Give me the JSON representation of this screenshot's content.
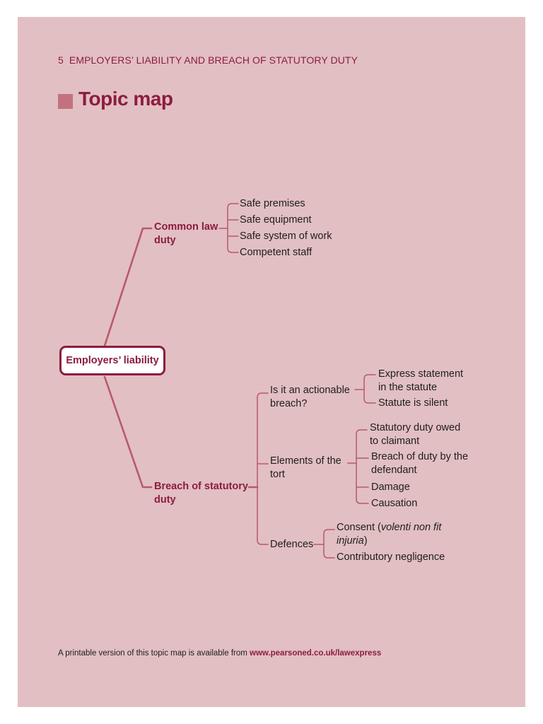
{
  "header": {
    "chapter_number": "5",
    "chapter_title": "EMPLOYERS’ LIABILITY AND BREACH OF STATUTORY DUTY",
    "page_title": "Topic map"
  },
  "topic_map": {
    "root": "Employers’ liability",
    "common_law": {
      "line1": "Common law",
      "line2": "duty",
      "items": [
        "Safe premises",
        "Safe equipment",
        "Safe system of work",
        "Competent staff"
      ]
    },
    "statutory": {
      "line1": "Breach of statutory",
      "line2": "duty",
      "actionable": {
        "line1": "Is it an actionable",
        "line2": "breach?",
        "items": [
          {
            "line1": "Express statement",
            "line2": "in the statute"
          },
          {
            "line1": "Statute is silent"
          }
        ]
      },
      "elements": {
        "line1": "Elements of the",
        "line2": "tort",
        "items": [
          {
            "line1": "Statutory duty owed",
            "line2": "to claimant"
          },
          {
            "line1": "Breach of duty by the",
            "line2": "defendant"
          },
          {
            "line1": "Damage"
          },
          {
            "line1": "Causation"
          }
        ]
      },
      "defences": {
        "label": "Defences",
        "consent_prefix": "Consent (",
        "consent_italic_1": "volenti non fit",
        "consent_italic_2": "injuria",
        "consent_suffix": ")",
        "contributory": "Contributory negligence"
      }
    }
  },
  "footer": {
    "text": "A printable version of this topic map is available from ",
    "link": "www.pearsoned.co.uk/lawexpress"
  },
  "colors": {
    "accent": "#8c1c3f",
    "connector": "#b8596c",
    "panel_background": "#e2bfc2"
  }
}
